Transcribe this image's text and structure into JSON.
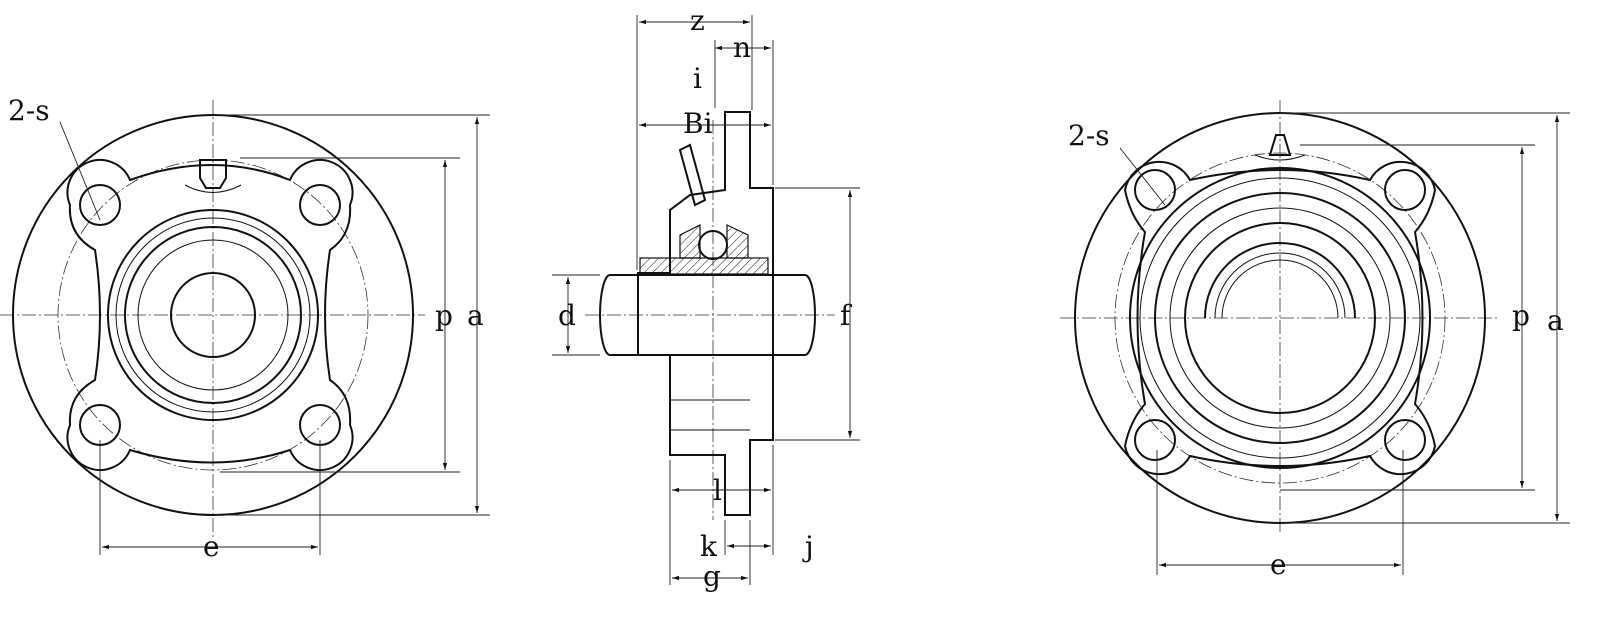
{
  "front_view": {
    "holes_label": "2-s",
    "e": "e",
    "p": "p",
    "a": "a"
  },
  "side_view": {
    "z": "z",
    "n": "n",
    "i": "i",
    "bi": "Bi",
    "d": "d",
    "f": "f",
    "l": "l",
    "k": "k",
    "j": "j",
    "g": "g"
  },
  "rear_view": {
    "holes_label": "2-s",
    "e": "e",
    "p": "p",
    "a": "a"
  }
}
